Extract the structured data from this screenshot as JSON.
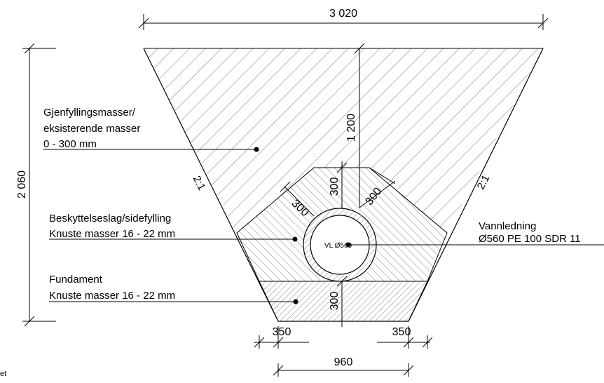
{
  "dimensions": {
    "top_width": "3 020",
    "total_height": "2 060",
    "cover_height": "1 200",
    "bedding_300_above": "300",
    "bedding_300_diag_right": "300",
    "bedding_300_diag_left": "300",
    "foundation_300": "300",
    "bottom_left_350": "350",
    "bottom_right_350": "350",
    "bottom_width": "960"
  },
  "slopes": {
    "left": "2:1",
    "right": "2:1"
  },
  "labels": {
    "backfill": [
      "Gjenfyllingsmasser/",
      "eksisterende masser",
      "0 - 300 mm"
    ],
    "bedding": [
      "Beskyttelseslag/sidefylling",
      "Knuste masser 16 - 22 mm"
    ],
    "foundation": [
      "Fundament",
      "Knuste masser 16 - 22 mm"
    ],
    "pipe": [
      "Vannledning",
      "Ø560 PE 100 SDR 11"
    ],
    "pipe_inner": "VL Ø560"
  },
  "edge_fragment": "et",
  "colors": {
    "line": "#000000",
    "hatch": "#555555",
    "background": "#ffffff"
  }
}
